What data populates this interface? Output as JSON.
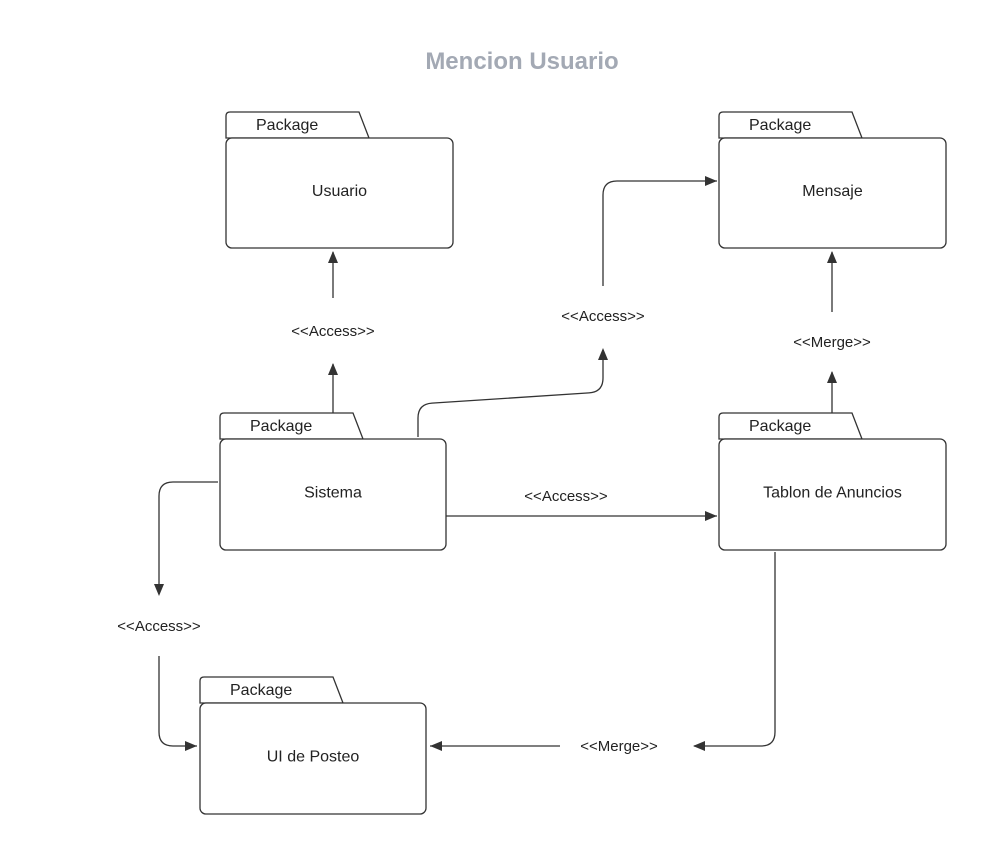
{
  "title": "Mencion Usuario",
  "packages": [
    {
      "id": "usuario",
      "tab": "Package",
      "name": "Usuario"
    },
    {
      "id": "mensaje",
      "tab": "Package",
      "name": "Mensaje"
    },
    {
      "id": "sistema",
      "tab": "Package",
      "name": "Sistema"
    },
    {
      "id": "tablon",
      "tab": "Package",
      "name": "Tablon de Anuncios"
    },
    {
      "id": "posteo",
      "tab": "Package",
      "name": "UI de Posteo"
    }
  ],
  "connectors": [
    {
      "id": "sistema-usuario",
      "from": "sistema",
      "to": "usuario",
      "label": "<<Access>>"
    },
    {
      "id": "sistema-mensaje",
      "from": "sistema",
      "to": "mensaje",
      "label": "<<Access>>"
    },
    {
      "id": "tablon-mensaje",
      "from": "tablon",
      "to": "mensaje",
      "label": "<<Merge>>"
    },
    {
      "id": "sistema-tablon",
      "from": "sistema",
      "to": "tablon",
      "label": "<<Access>>"
    },
    {
      "id": "sistema-posteo",
      "from": "sistema",
      "to": "posteo",
      "label": "<<Access>>"
    },
    {
      "id": "tablon-posteo",
      "from": "tablon",
      "to": "posteo",
      "label": "<<Merge>>"
    }
  ]
}
